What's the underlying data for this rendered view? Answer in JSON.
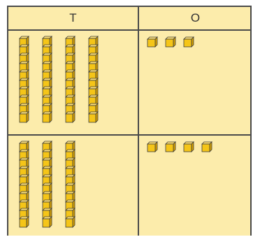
{
  "headers": {
    "tens": "T",
    "ones": "O"
  },
  "rows": [
    {
      "tens": 4,
      "ones": 3
    },
    {
      "tens": 3,
      "ones": 4
    }
  ],
  "colors": {
    "cell_background": "#fcecab",
    "block_fill": "#f5c518",
    "block_side": "#d9a300",
    "block_outline": "#3a3a3a",
    "grid_line": "#4a4a4a"
  }
}
